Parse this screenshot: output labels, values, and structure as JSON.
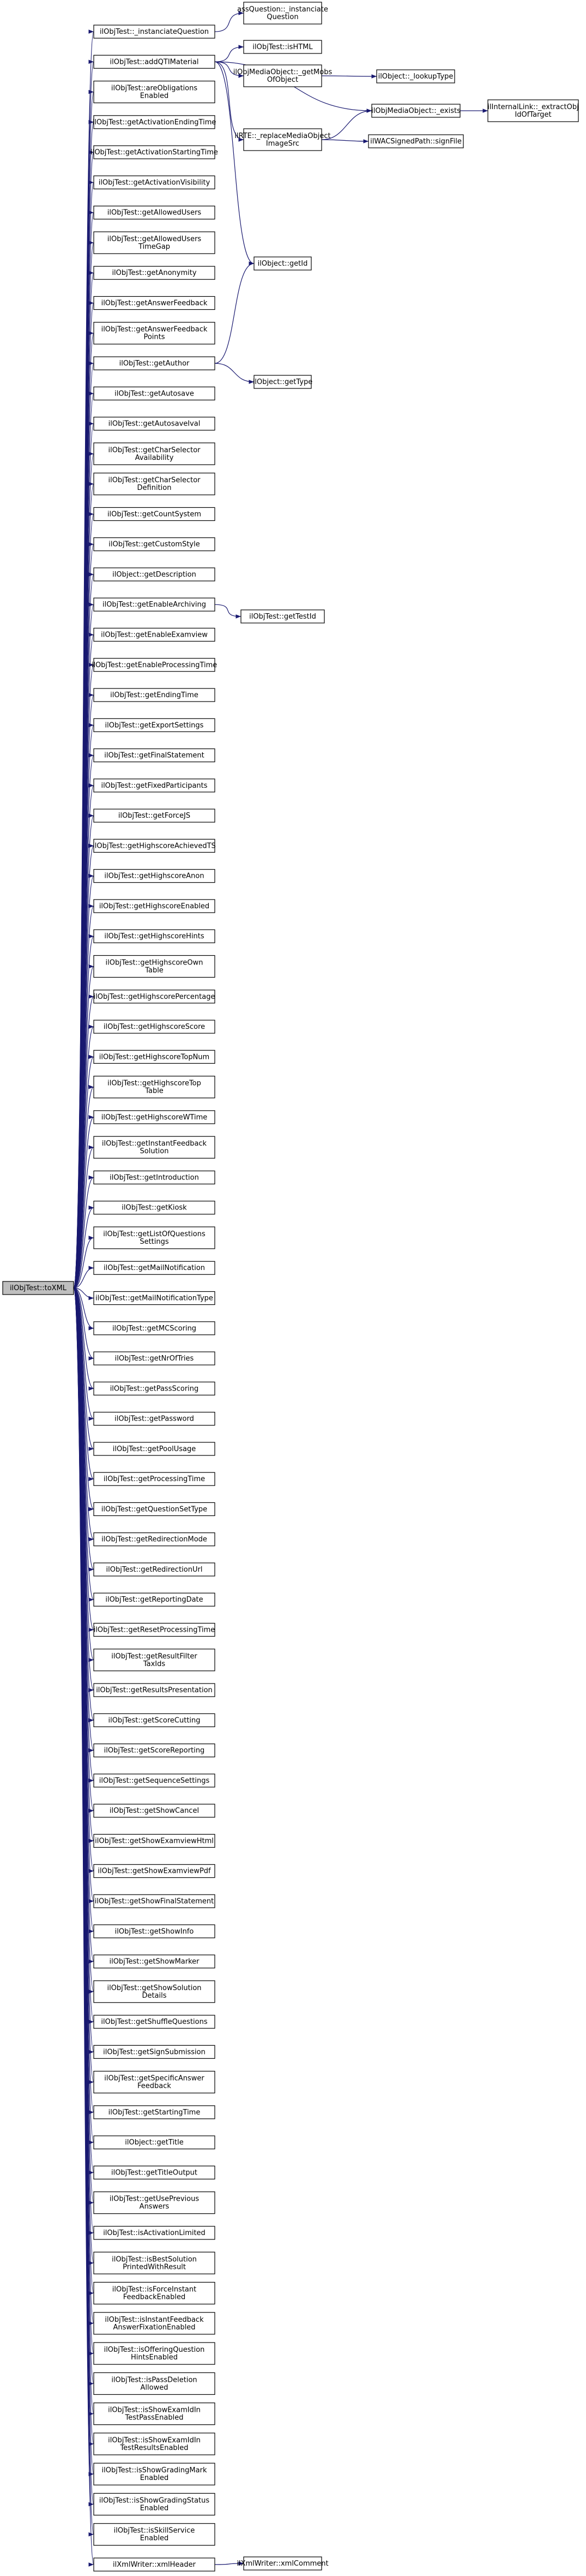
{
  "colors": {
    "edge": "#191970",
    "root_fill": "#bfbfbf",
    "node_fill": "#ffffff",
    "node_stroke": "#000000"
  },
  "root": {
    "id": "root",
    "lines": [
      "ilObjTest::toXML"
    ]
  },
  "members": [
    {
      "id": "m0",
      "lines": [
        "ilObjTest::_instanciateQuestion"
      ]
    },
    {
      "id": "m1",
      "lines": [
        "ilObjTest::addQTIMaterial"
      ]
    },
    {
      "id": "m2",
      "lines": [
        "ilObjTest::areObligations",
        "Enabled"
      ]
    },
    {
      "id": "m3",
      "lines": [
        "ilObjTest::getActivationEndingTime"
      ]
    },
    {
      "id": "m4",
      "lines": [
        "ilObjTest::getActivationStartingTime"
      ]
    },
    {
      "id": "m5",
      "lines": [
        "ilObjTest::getActivationVisibility"
      ]
    },
    {
      "id": "m6",
      "lines": [
        "ilObjTest::getAllowedUsers"
      ]
    },
    {
      "id": "m7",
      "lines": [
        "ilObjTest::getAllowedUsers",
        "TimeGap"
      ]
    },
    {
      "id": "m8",
      "lines": [
        "ilObjTest::getAnonymity"
      ]
    },
    {
      "id": "m9",
      "lines": [
        "ilObjTest::getAnswerFeedback"
      ]
    },
    {
      "id": "m10",
      "lines": [
        "ilObjTest::getAnswerFeedback",
        "Points"
      ]
    },
    {
      "id": "m11",
      "lines": [
        "ilObjTest::getAuthor"
      ]
    },
    {
      "id": "m12",
      "lines": [
        "ilObjTest::getAutosave"
      ]
    },
    {
      "id": "m13",
      "lines": [
        "ilObjTest::getAutosaveIval"
      ]
    },
    {
      "id": "m14",
      "lines": [
        "ilObjTest::getCharSelector",
        "Availability"
      ]
    },
    {
      "id": "m15",
      "lines": [
        "ilObjTest::getCharSelector",
        "Definition"
      ]
    },
    {
      "id": "m16",
      "lines": [
        "ilObjTest::getCountSystem"
      ]
    },
    {
      "id": "m17",
      "lines": [
        "ilObjTest::getCustomStyle"
      ]
    },
    {
      "id": "m18",
      "lines": [
        "ilObject::getDescription"
      ]
    },
    {
      "id": "m19",
      "lines": [
        "ilObjTest::getEnableArchiving"
      ]
    },
    {
      "id": "m20",
      "lines": [
        "ilObjTest::getEnableExamview"
      ]
    },
    {
      "id": "m21",
      "lines": [
        "ilObjTest::getEnableProcessingTime"
      ]
    },
    {
      "id": "m22",
      "lines": [
        "ilObjTest::getEndingTime"
      ]
    },
    {
      "id": "m23",
      "lines": [
        "ilObjTest::getExportSettings"
      ]
    },
    {
      "id": "m24",
      "lines": [
        "ilObjTest::getFinalStatement"
      ]
    },
    {
      "id": "m25",
      "lines": [
        "ilObjTest::getFixedParticipants"
      ]
    },
    {
      "id": "m26",
      "lines": [
        "ilObjTest::getForceJS"
      ]
    },
    {
      "id": "m27",
      "lines": [
        "ilObjTest::getHighscoreAchievedTS"
      ]
    },
    {
      "id": "m28",
      "lines": [
        "ilObjTest::getHighscoreAnon"
      ]
    },
    {
      "id": "m29",
      "lines": [
        "ilObjTest::getHighscoreEnabled"
      ]
    },
    {
      "id": "m30",
      "lines": [
        "ilObjTest::getHighscoreHints"
      ]
    },
    {
      "id": "m31",
      "lines": [
        "ilObjTest::getHighscoreOwn",
        "Table"
      ]
    },
    {
      "id": "m32",
      "lines": [
        "ilObjTest::getHighscorePercentage"
      ]
    },
    {
      "id": "m33",
      "lines": [
        "ilObjTest::getHighscoreScore"
      ]
    },
    {
      "id": "m34",
      "lines": [
        "ilObjTest::getHighscoreTopNum"
      ]
    },
    {
      "id": "m35",
      "lines": [
        "ilObjTest::getHighscoreTop",
        "Table"
      ]
    },
    {
      "id": "m36",
      "lines": [
        "ilObjTest::getHighscoreWTime"
      ]
    },
    {
      "id": "m37",
      "lines": [
        "ilObjTest::getInstantFeedback",
        "Solution"
      ]
    },
    {
      "id": "m38",
      "lines": [
        "ilObjTest::getIntroduction"
      ]
    },
    {
      "id": "m39",
      "lines": [
        "ilObjTest::getKiosk"
      ]
    },
    {
      "id": "m40",
      "lines": [
        "ilObjTest::getListOfQuestions",
        "Settings"
      ]
    },
    {
      "id": "m41",
      "lines": [
        "ilObjTest::getMailNotification"
      ]
    },
    {
      "id": "m42",
      "lines": [
        "ilObjTest::getMailNotificationType"
      ]
    },
    {
      "id": "m43",
      "lines": [
        "ilObjTest::getMCScoring"
      ]
    },
    {
      "id": "m44",
      "lines": [
        "ilObjTest::getNrOfTries"
      ]
    },
    {
      "id": "m45",
      "lines": [
        "ilObjTest::getPassScoring"
      ]
    },
    {
      "id": "m46",
      "lines": [
        "ilObjTest::getPassword"
      ]
    },
    {
      "id": "m47",
      "lines": [
        "ilObjTest::getPoolUsage"
      ]
    },
    {
      "id": "m48",
      "lines": [
        "ilObjTest::getProcessingTime"
      ]
    },
    {
      "id": "m49",
      "lines": [
        "ilObjTest::getQuestionSetType"
      ]
    },
    {
      "id": "m50",
      "lines": [
        "ilObjTest::getRedirectionMode"
      ]
    },
    {
      "id": "m51",
      "lines": [
        "ilObjTest::getRedirectionUrl"
      ]
    },
    {
      "id": "m52",
      "lines": [
        "ilObjTest::getReportingDate"
      ]
    },
    {
      "id": "m53",
      "lines": [
        "ilObjTest::getResetProcessingTime"
      ]
    },
    {
      "id": "m54",
      "lines": [
        "ilObjTest::getResultFilter",
        "TaxIds"
      ]
    },
    {
      "id": "m55",
      "lines": [
        "ilObjTest::getResultsPresentation"
      ]
    },
    {
      "id": "m56",
      "lines": [
        "ilObjTest::getScoreCutting"
      ]
    },
    {
      "id": "m57",
      "lines": [
        "ilObjTest::getScoreReporting"
      ]
    },
    {
      "id": "m58",
      "lines": [
        "ilObjTest::getSequenceSettings"
      ]
    },
    {
      "id": "m59",
      "lines": [
        "ilObjTest::getShowCancel"
      ]
    },
    {
      "id": "m60",
      "lines": [
        "ilObjTest::getShowExamviewHtml"
      ]
    },
    {
      "id": "m61",
      "lines": [
        "ilObjTest::getShowExamviewPdf"
      ]
    },
    {
      "id": "m62",
      "lines": [
        "ilObjTest::getShowFinalStatement"
      ]
    },
    {
      "id": "m63",
      "lines": [
        "ilObjTest::getShowInfo"
      ]
    },
    {
      "id": "m64",
      "lines": [
        "ilObjTest::getShowMarker"
      ]
    },
    {
      "id": "m65",
      "lines": [
        "ilObjTest::getShowSolution",
        "Details"
      ]
    },
    {
      "id": "m66",
      "lines": [
        "ilObjTest::getShuffleQuestions"
      ]
    },
    {
      "id": "m67",
      "lines": [
        "ilObjTest::getSignSubmission"
      ]
    },
    {
      "id": "m68",
      "lines": [
        "ilObjTest::getSpecificAnswer",
        "Feedback"
      ]
    },
    {
      "id": "m69",
      "lines": [
        "ilObjTest::getStartingTime"
      ]
    },
    {
      "id": "m70",
      "lines": [
        "ilObject::getTitle"
      ]
    },
    {
      "id": "m71",
      "lines": [
        "ilObjTest::getTitleOutput"
      ]
    },
    {
      "id": "m72",
      "lines": [
        "ilObjTest::getUsePrevious",
        "Answers"
      ]
    },
    {
      "id": "m73",
      "lines": [
        "ilObjTest::isActivationLimited"
      ]
    },
    {
      "id": "m74",
      "lines": [
        "ilObjTest::isBestSolution",
        "PrintedWithResult"
      ]
    },
    {
      "id": "m75",
      "lines": [
        "ilObjTest::isForceInstant",
        "FeedbackEnabled"
      ]
    },
    {
      "id": "m76",
      "lines": [
        "ilObjTest::isInstantFeedback",
        "AnswerFixationEnabled"
      ]
    },
    {
      "id": "m77",
      "lines": [
        "ilObjTest::isOfferingQuestion",
        "HintsEnabled"
      ]
    },
    {
      "id": "m78",
      "lines": [
        "ilObjTest::isPassDeletion",
        "Allowed"
      ]
    },
    {
      "id": "m79",
      "lines": [
        "ilObjTest::isShowExamIdIn",
        "TestPassEnabled"
      ]
    },
    {
      "id": "m80",
      "lines": [
        "ilObjTest::isShowExamIdIn",
        "TestResultsEnabled"
      ]
    },
    {
      "id": "m81",
      "lines": [
        "ilObjTest::isShowGradingMark",
        "Enabled"
      ]
    },
    {
      "id": "m82",
      "lines": [
        "ilObjTest::isShowGradingStatus",
        "Enabled"
      ]
    },
    {
      "id": "m83",
      "lines": [
        "ilObjTest::isSkillService",
        "Enabled"
      ]
    },
    {
      "id": "m84",
      "lines": [
        "ilXmlWriter::xmlHeader"
      ]
    }
  ],
  "callees": [
    {
      "id": "c_assq",
      "lines": [
        "assQuestion::_instanciate",
        "Question"
      ]
    },
    {
      "id": "c_tohtml",
      "lines": [
        "ilObjTest::isHTML"
      ]
    },
    {
      "id": "c_getmobs",
      "lines": [
        "ilObjMediaObject::_getMobs",
        "OfObject"
      ]
    },
    {
      "id": "c_lookup",
      "lines": [
        "ilObject::_lookupType"
      ]
    },
    {
      "id": "c_exists",
      "lines": [
        "ilObjMediaObject::_exists"
      ]
    },
    {
      "id": "c_extract",
      "lines": [
        "ilInternalLink::_extractObj",
        "IdOfTarget"
      ]
    },
    {
      "id": "c_replace",
      "lines": [
        "ilRTE::_replaceMediaObject",
        "ImageSrc"
      ]
    },
    {
      "id": "c_wac",
      "lines": [
        "ilWACSignedPath::signFile"
      ]
    },
    {
      "id": "c_getid",
      "lines": [
        "ilObject::getId"
      ]
    },
    {
      "id": "c_gettype",
      "lines": [
        "ilObject::getType"
      ]
    },
    {
      "id": "c_gettestid",
      "lines": [
        "ilObjTest::getTestId"
      ]
    },
    {
      "id": "c_xmlcomment",
      "lines": [
        "ilXmlWriter::xmlComment"
      ]
    }
  ],
  "edges": [
    [
      "m0",
      "c_assq"
    ],
    [
      "m1",
      "c_tohtml"
    ],
    [
      "m1",
      "c_getmobs"
    ],
    [
      "m1",
      "c_exists"
    ],
    [
      "m1",
      "c_replace"
    ],
    [
      "m1",
      "c_getid"
    ],
    [
      "c_getmobs",
      "c_lookup"
    ],
    [
      "c_exists",
      "c_extract"
    ],
    [
      "c_replace",
      "c_exists"
    ],
    [
      "c_replace",
      "c_wac"
    ],
    [
      "m11",
      "c_getid"
    ],
    [
      "m11",
      "c_gettype"
    ],
    [
      "m19",
      "c_gettestid"
    ],
    [
      "m84",
      "c_xmlcomment"
    ]
  ]
}
